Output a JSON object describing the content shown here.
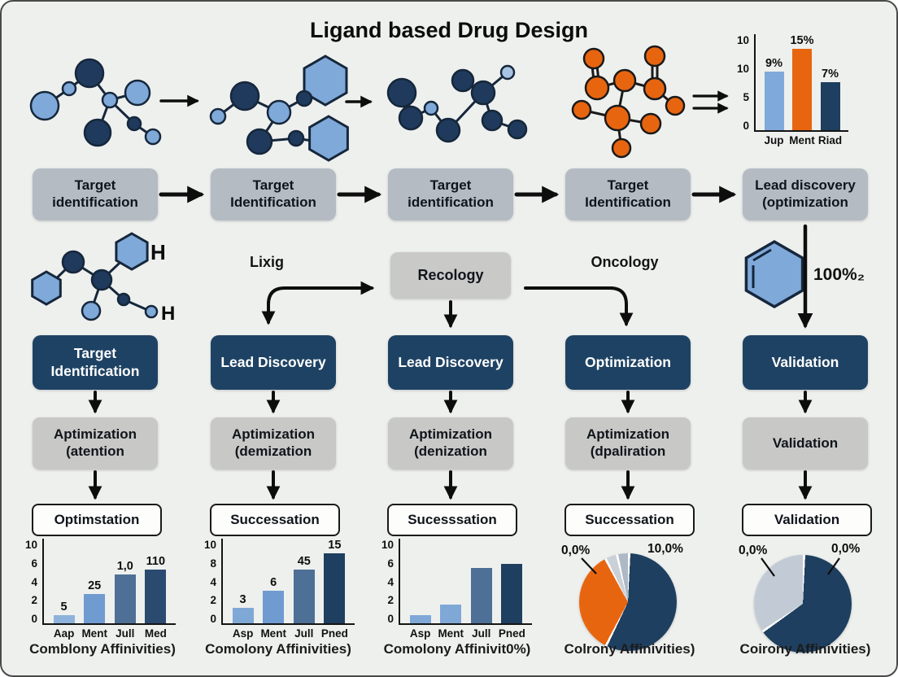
{
  "title": "Ligand based Drug Design",
  "colors": {
    "navy": "#1e3f5f",
    "orange": "#e8650f",
    "light_blue": "#7fa9d9",
    "box_blue_gray": "#b4bbc3",
    "box_gray": "#c8c8c6",
    "phase_navy": "#1e4263",
    "background": "#eef0ee"
  },
  "stage_row": [
    "Target identification",
    "Target Identification",
    "Target identification",
    "Target Identification",
    "Lead discovery (optimization"
  ],
  "mid_labels": {
    "lixig": "Lixig",
    "recology": "Recology",
    "oncology": "Oncology",
    "percent": "100%₂",
    "h_top": "H",
    "h_bottom": "H"
  },
  "phase_row": [
    "Target Identification",
    "Lead Discovery",
    "Lead Discovery",
    "Optimization",
    "Validation"
  ],
  "sub_row": [
    "Aptimization (atention",
    "Aptimization (demization",
    "Aptimization (denization",
    "Aptimization (dpaliration",
    "Validation"
  ],
  "outcome_row": [
    "Optimstation",
    "Successation",
    "Sucesssation",
    "Successation",
    "Validation"
  ],
  "chart_data": [
    {
      "type": "bar",
      "position": "top-right",
      "categories": [
        "Jup",
        "Ment",
        "Riad"
      ],
      "values": [
        8.6,
        13,
        7
      ],
      "bar_labels": [
        "9%",
        "15%",
        "7%"
      ],
      "bar_colors": [
        "#7fa9d9",
        "#e8650f",
        "#1e3f5f"
      ],
      "yticks": [
        "10",
        "10",
        "5",
        "0"
      ],
      "ylim": [
        0,
        14
      ],
      "caption": ""
    },
    {
      "type": "bar",
      "categories": [
        "Aap",
        "Ment",
        "Jull",
        "Med"
      ],
      "values": [
        1.0,
        3.5,
        5.8,
        6.3
      ],
      "bar_labels": [
        "5",
        "25",
        "1,0",
        "110"
      ],
      "bar_colors": [
        "#8db3dd",
        "#6f9bd0",
        "#4e7096",
        "#2b4a6f"
      ],
      "yticks": [
        "10",
        "6",
        "4",
        "2",
        "0"
      ],
      "ylim": [
        0,
        10
      ],
      "caption": "Comblony Affinivities)"
    },
    {
      "type": "bar",
      "categories": [
        "Asp",
        "Ment",
        "Jull",
        "Pned"
      ],
      "values": [
        1.8,
        3.8,
        6.3,
        9.7
      ],
      "bar_labels": [
        "3",
        "6",
        "45",
        "15"
      ],
      "bar_colors": [
        "#7fa8d6",
        "#6f9bd0",
        "#4e7096",
        "#1e3f5f"
      ],
      "yticks": [
        "10",
        "8",
        "4",
        "2",
        "0"
      ],
      "ylim": [
        0,
        10
      ],
      "caption": "Comolony Affinivities)"
    },
    {
      "type": "bar",
      "categories": [
        "Asp",
        "Ment",
        "Jull",
        "Pned"
      ],
      "values": [
        1.0,
        2.2,
        6.5,
        7.0
      ],
      "bar_labels": [
        "",
        "",
        "",
        ""
      ],
      "bar_colors": [
        "#7fa8d6",
        "#7fa8d6",
        "#4e7096",
        "#1e3f5f"
      ],
      "yticks": [
        "10",
        "6",
        "4",
        "2",
        "0"
      ],
      "ylim": [
        0,
        10
      ],
      "caption": "Comolony Affinivit0%)"
    },
    {
      "type": "pie",
      "slices": [
        {
          "value": 57,
          "color": "#1e3f5f"
        },
        {
          "value": 35,
          "color": "#e8650f"
        },
        {
          "value": 4,
          "color": "#c9d0d8"
        },
        {
          "value": 4,
          "color": "#aeb9c6"
        }
      ],
      "label_left": "0,0%",
      "label_right": "10,0%",
      "caption": "Colrony Affinivities)"
    },
    {
      "type": "pie",
      "slices": [
        {
          "value": 65,
          "color": "#1e3f5f"
        },
        {
          "value": 35,
          "color": "#c2cbd5"
        }
      ],
      "label_left": "0,0%",
      "label_right": "0,0%",
      "caption": "Coirony Affinivities)"
    }
  ]
}
